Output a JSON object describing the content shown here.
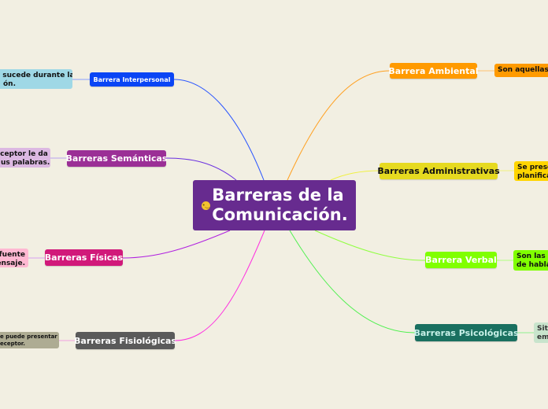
{
  "center": {
    "line1": "Barreras de la",
    "line2": "Comunicación.",
    "icon": "thinking-face-emoji",
    "color": "#672b8f"
  },
  "branches": [
    {
      "id": "interpersonal",
      "label": "Barrera Interpersonal",
      "color": "#0a45f5",
      "leaf": [
        "e sucede durante la",
        "ón."
      ],
      "leaf_color": "#9fd8e6"
    },
    {
      "id": "semanticas",
      "label": "Barreras Semánticas",
      "color": "#9b2f96",
      "leaf": [
        "eceptor le da",
        "us palabras."
      ],
      "leaf_color": "#dcb8e2"
    },
    {
      "id": "fisicas",
      "label": "Barreras Físicas",
      "color": "#d1197a",
      "leaf": [
        "fuente",
        "ensaje."
      ],
      "leaf_color": "#ffb8d2"
    },
    {
      "id": "fisiologicas",
      "label": "Barreras Fisiológicas",
      "color": "#5a5a5a",
      "leaf": [
        "e puede presentar",
        "eceptor."
      ],
      "leaf_color": "#aeac93"
    },
    {
      "id": "ambiental",
      "label": "Barrera Ambiental",
      "color": "#ff9a00",
      "leaf": [
        "Son aquellas c"
      ],
      "leaf_color": "#ff9a00"
    },
    {
      "id": "administrativas",
      "label": "Barreras Administrativas",
      "color": "#e6da20",
      "leaf": [
        "Se prese",
        "planifica"
      ],
      "leaf_color": "#ffd500"
    },
    {
      "id": "verbal",
      "label": "Barrera Verbal",
      "color": "#80ff00",
      "leaf": [
        "Son las c",
        "de habla"
      ],
      "leaf_color": "#80ff00"
    },
    {
      "id": "psicologicas",
      "label": "Barreras Psicológicas",
      "color": "#1a7060",
      "leaf": [
        "Situ",
        "em"
      ],
      "leaf_color": "#c8e4cc"
    }
  ]
}
